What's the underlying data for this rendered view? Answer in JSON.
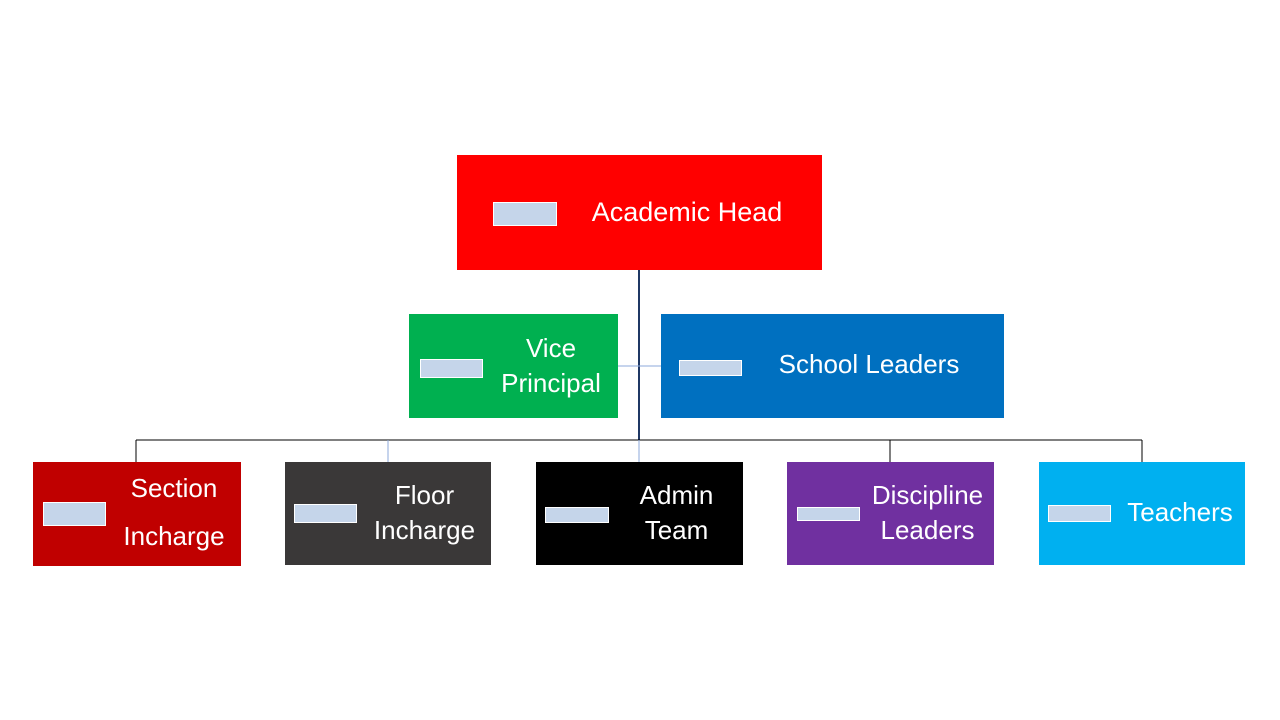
{
  "chart": {
    "root": {
      "label": "Academic Head",
      "color": "#ff0000"
    },
    "assistants": [
      {
        "label_line1": "Vice",
        "label_line2": "Principal",
        "color": "#00b050"
      },
      {
        "label": "School Leaders",
        "color": "#0070c0"
      }
    ],
    "children": [
      {
        "label_line1": "Section",
        "label_line2": "Incharge",
        "color": "#c00000"
      },
      {
        "label_line1": "Floor",
        "label_line2": "Incharge",
        "color": "#3a3838"
      },
      {
        "label_line1": "Admin",
        "label_line2": "Team",
        "color": "#000000"
      },
      {
        "label_line1": "Discipline",
        "label_line2": "Leaders",
        "color": "#7030a0"
      },
      {
        "label": "Teachers",
        "color": "#00b0f0"
      }
    ]
  }
}
